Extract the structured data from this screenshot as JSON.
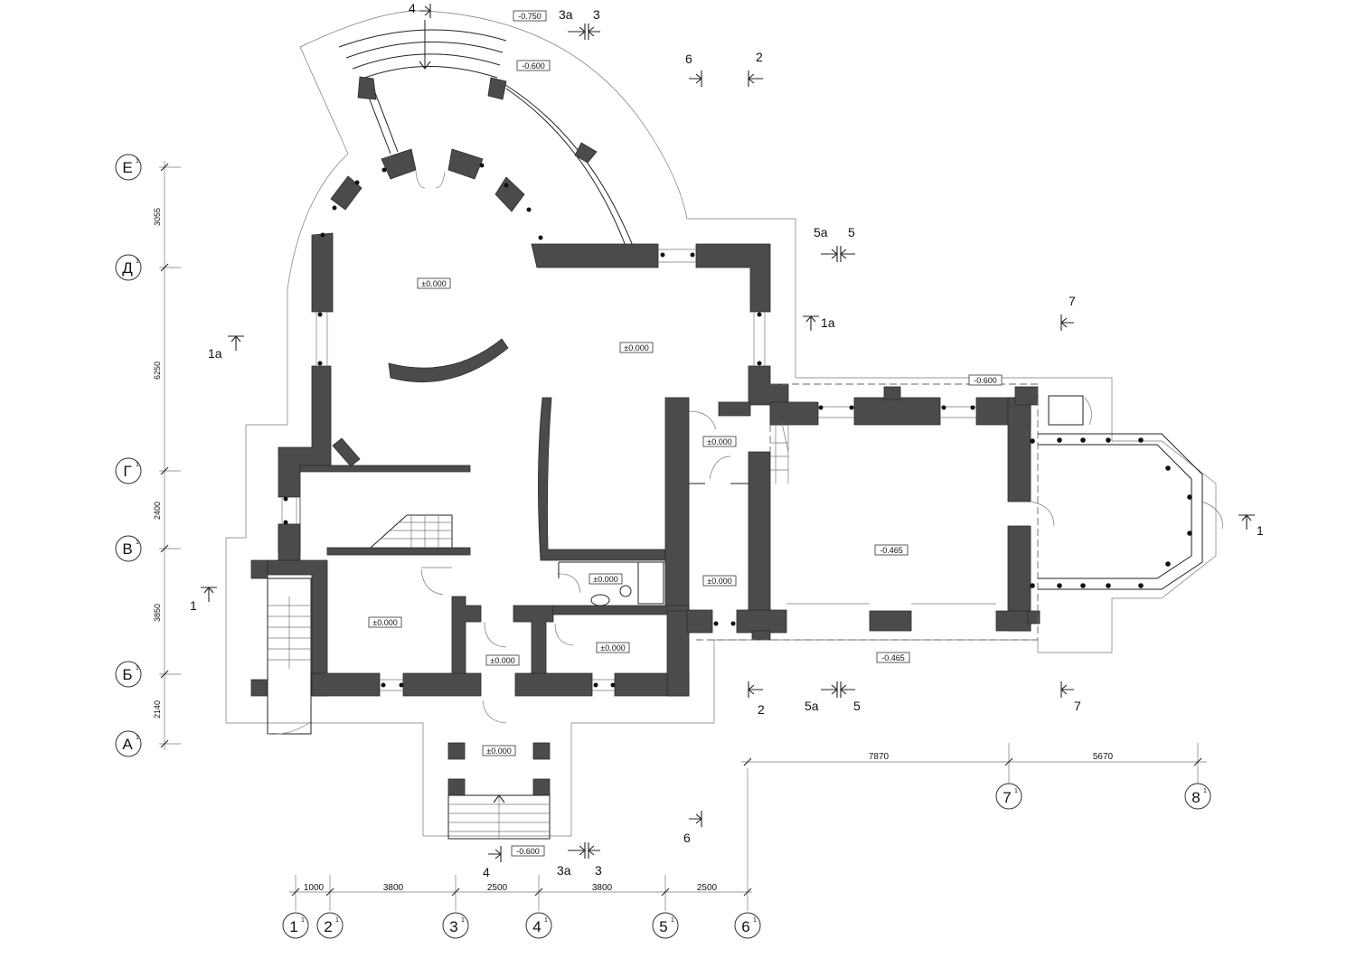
{
  "levels": {
    "top_outer": "-0.750",
    "top_inner": "-0.600",
    "rotunda": "±0.000",
    "hall": "±0.000",
    "small_room_a": "±0.000",
    "wc": "±0.000",
    "corridor": "±0.000",
    "room_left": "±0.000",
    "vestibule": "±0.000",
    "room_right": "±0.000",
    "porch": "±0.000",
    "bottom_porch": "-0.600",
    "terrace_top": "-0.600",
    "east_hall": "-0.465",
    "east_bottom": "-0.465"
  },
  "axes_vertical": [
    "1",
    "2",
    "3",
    "4",
    "5",
    "6",
    "7",
    "8"
  ],
  "axes_horizontal": [
    "А",
    "Б",
    "В",
    "Г",
    "Д",
    "Е"
  ],
  "axis_superscript": "1",
  "dimensions_bottom": [
    "1000",
    "3800",
    "2500",
    "3800",
    "2500"
  ],
  "dimensions_right": [
    "7870",
    "5670"
  ],
  "dimensions_left": [
    "2140",
    "3850",
    "2400",
    "6250",
    "3055"
  ],
  "section_marks": {
    "s1": "1",
    "s1a": "1а",
    "s2": "2",
    "s3": "3",
    "s3a": "3а",
    "s4": "4",
    "s5": "5",
    "s5a": "5а",
    "s6": "6",
    "s7": "7"
  }
}
